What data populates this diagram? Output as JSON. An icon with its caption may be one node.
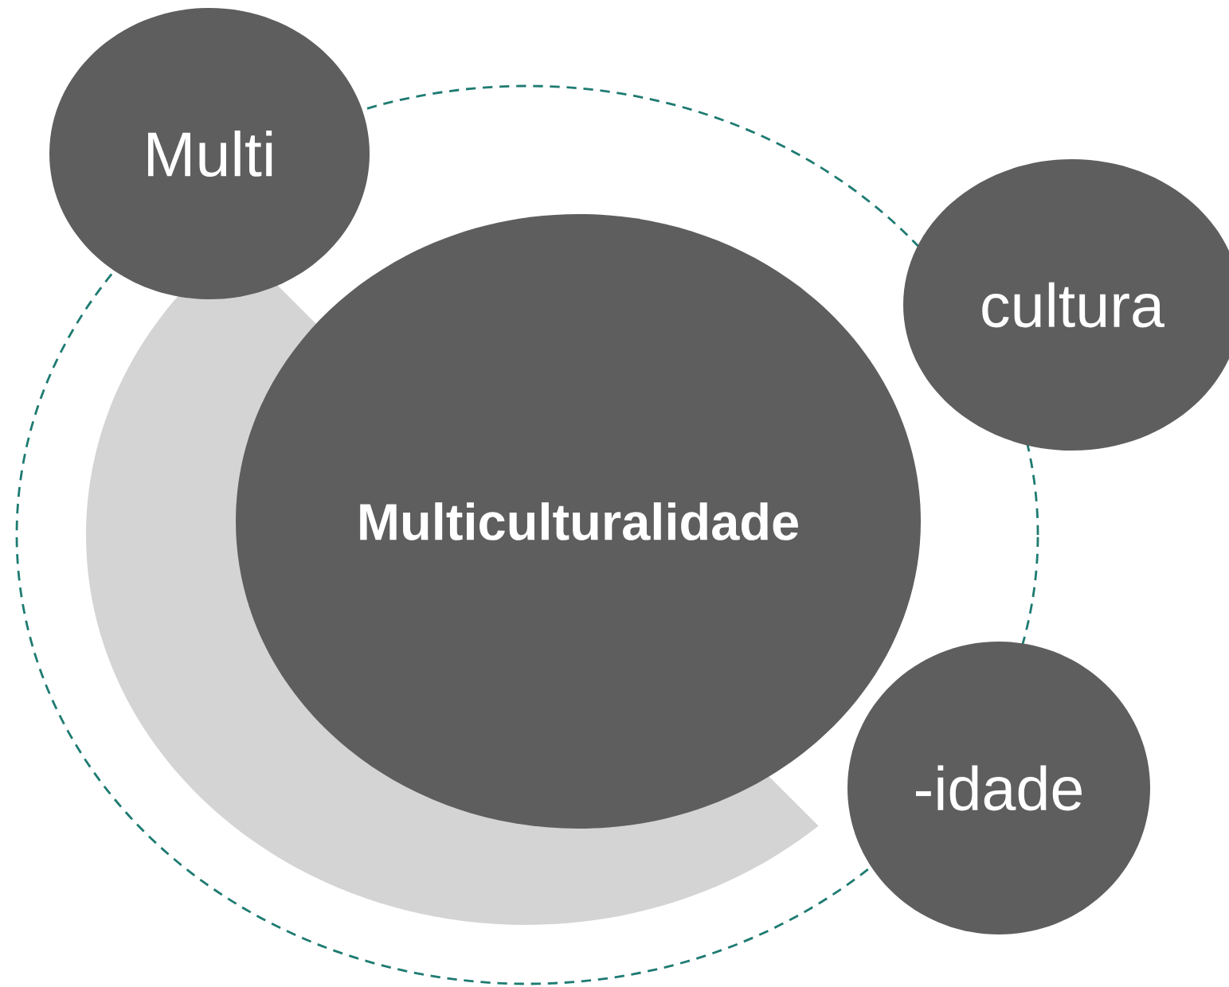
{
  "diagram": {
    "nodes": [
      {
        "text": [
          "Multiculturalidade"
        ]
      },
      {
        "text": [
          "Multi"
        ]
      },
      {
        "text": [
          "cultura"
        ]
      },
      {
        "text": [
          "-idade"
        ]
      }
    ]
  }
}
